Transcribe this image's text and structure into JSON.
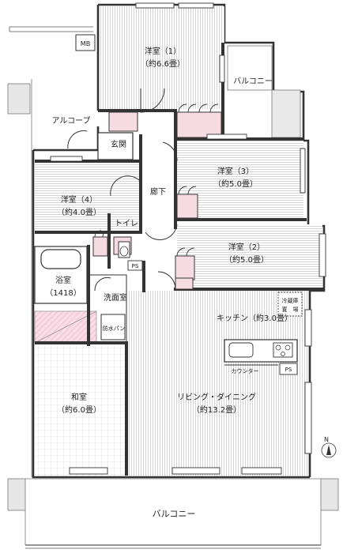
{
  "rooms": {
    "western1": {
      "name": "洋室（1）",
      "area": "（約6.6畳）"
    },
    "western3": {
      "name": "洋室（3）",
      "area": "（約5.0畳）"
    },
    "western4": {
      "name": "洋室（4）",
      "area": "（約4.0畳）"
    },
    "western2": {
      "name": "洋室（2）",
      "area": "（約5.0畳）"
    },
    "bath": {
      "name": "浴室",
      "area": "（1418）"
    },
    "washroom": {
      "name": "洗面室"
    },
    "toilet": {
      "name": "トイレ"
    },
    "hallway": {
      "name": "廊下"
    },
    "entrance": {
      "name": "玄関"
    },
    "alcove": {
      "name": "アルコーブ"
    },
    "kitchen": {
      "name": "キッチン（約3.0畳）"
    },
    "ldk": {
      "name": "リビング・ダイニング",
      "area": "（約13.2畳）"
    },
    "washitsu": {
      "name": "和室",
      "area": "（約6.0畳）"
    }
  },
  "labels": {
    "mb": "MB",
    "ps1": "PS",
    "ps2": "PS",
    "waterpan": "防水パン",
    "counter": "カウンター",
    "fridge_line1": "冷蔵庫",
    "fridge_line2": "置　場",
    "balcony_side": "バルコニー",
    "balcony_bottom": "バルコニー",
    "north": "N"
  },
  "colors": {
    "wall": "#333333",
    "hatch": "#bdbdbd",
    "storage": "#f7dbe3",
    "pink": "#f2b8c8"
  }
}
